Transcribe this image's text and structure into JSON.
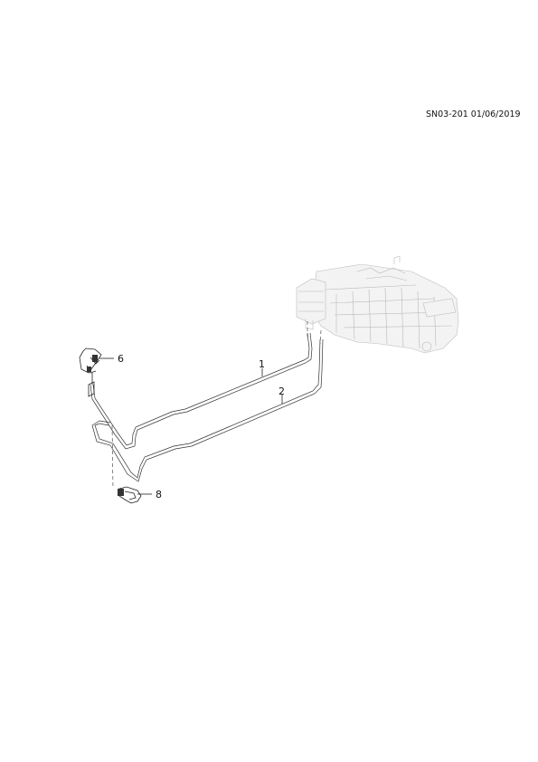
{
  "header": {
    "page_code": "SN03-201 01/06/2019"
  },
  "callouts": [
    {
      "id": "1",
      "label": "1"
    },
    {
      "id": "2",
      "label": "2"
    },
    {
      "id": "6",
      "label": "6"
    },
    {
      "id": "8",
      "label": "8"
    }
  ]
}
